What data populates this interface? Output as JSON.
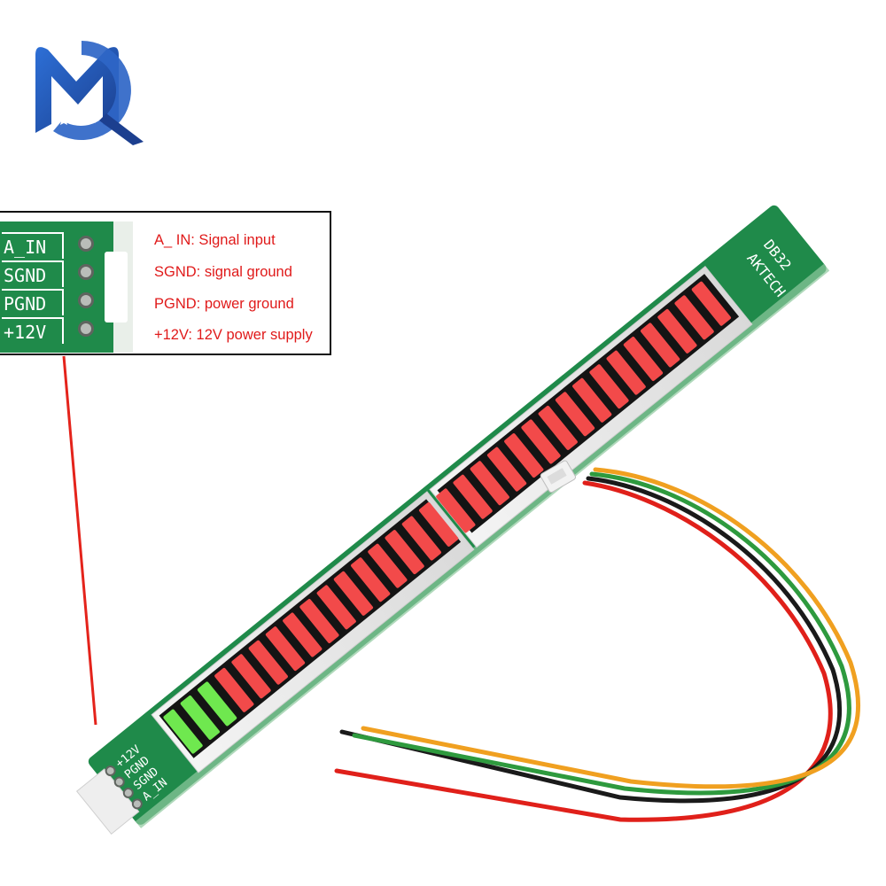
{
  "logo": {
    "letters": "MQ"
  },
  "callout": {
    "pin_labels": [
      "A_IN",
      "SGND",
      "PGND",
      "+12V"
    ],
    "descriptions": [
      "A_ IN: Signal input",
      "SGND: signal ground",
      "PGND: power ground",
      "+12V: 12V power supply"
    ]
  },
  "board": {
    "silkscreen_top_1": "DB32",
    "silkscreen_top_2": "AKTECH",
    "bottom_pin_labels": [
      "+12V",
      "PGND",
      "SGND",
      "A_IN"
    ],
    "segments": {
      "total": 32,
      "green": 3,
      "red": 29
    }
  },
  "colors": {
    "pcb": "#1f8a4a",
    "led_red": "#f24a4a",
    "led_green": "#6fe84f",
    "callout_text": "#e01a1a",
    "logo_blue": "#2f66c7",
    "logo_dark": "#1c3f8f",
    "wire_red": "#e0201a",
    "wire_black": "#1a1a1a",
    "wire_green": "#2e9a3e",
    "wire_orange": "#f0a020"
  }
}
